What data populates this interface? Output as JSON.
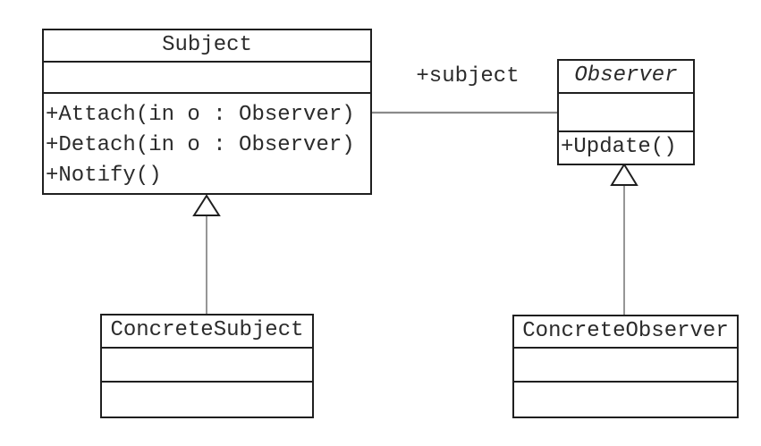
{
  "diagram": {
    "type": "uml-class-diagram",
    "pattern": "Observer",
    "classes": {
      "subject": {
        "name": "Subject",
        "attributes": [],
        "operations": [
          "+Attach(in o : Observer)",
          "+Detach(in o : Observer)",
          "+Notify()"
        ]
      },
      "observer": {
        "name": "Observer",
        "is_abstract": true,
        "attributes": [],
        "operations": [
          "+Update()"
        ]
      },
      "concrete_subject": {
        "name": "ConcreteSubject",
        "attributes": [],
        "operations": []
      },
      "concrete_observer": {
        "name": "ConcreteObserver",
        "attributes": [],
        "operations": []
      }
    },
    "relationships": {
      "association": {
        "from": "Subject",
        "to": "Observer",
        "label": "+subject"
      },
      "generalizations": [
        {
          "from": "ConcreteSubject",
          "to": "Subject"
        },
        {
          "from": "ConcreteObserver",
          "to": "Observer"
        }
      ]
    },
    "colors": {
      "background": "#ffffff",
      "box_border": "#1f1f1f",
      "text": "#2b2b2b",
      "connector": "#8a8a8a",
      "arrowhead_fill": "#ffffff",
      "arrowhead_stroke": "#1f1f1f"
    }
  }
}
